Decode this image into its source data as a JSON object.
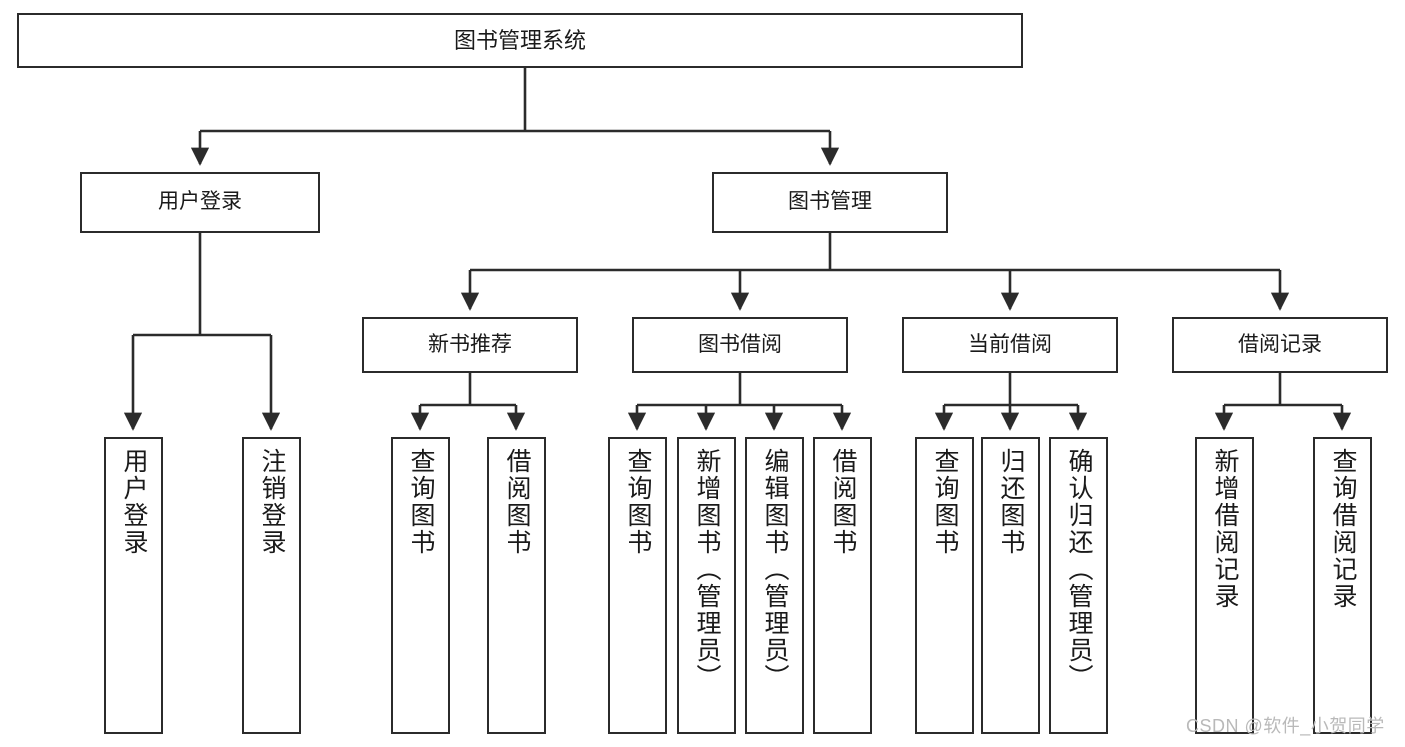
{
  "diagram": {
    "title": "图书管理系统",
    "type": "tree",
    "watermark": "CSDN @软件_小贺同学",
    "colors": {
      "box_border": "#2b2b2b",
      "box_fill": "#ffffff",
      "edge": "#2b2b2b",
      "text": "#1a1a1a",
      "watermark": "#b9b9b9"
    },
    "levels": {
      "root": {
        "label": "图书管理系统"
      },
      "level2": [
        {
          "label": "用户登录"
        },
        {
          "label": "图书管理"
        }
      ],
      "level3": [
        {
          "label": "新书推荐"
        },
        {
          "label": "图书借阅"
        },
        {
          "label": "当前借阅"
        },
        {
          "label": "借阅记录"
        }
      ],
      "leaves": {
        "user_login": [
          {
            "label": "用户登录"
          },
          {
            "label": "注销登录"
          }
        ],
        "new_book": [
          {
            "label": "查询图书"
          },
          {
            "label": "借阅图书"
          }
        ],
        "book_borrow": [
          {
            "label": "查询图书"
          },
          {
            "label": "新增图书（管理员）"
          },
          {
            "label": "编辑图书（管理员）"
          },
          {
            "label": "借阅图书"
          }
        ],
        "current_borrow": [
          {
            "label": "查询图书"
          },
          {
            "label": "归还图书"
          },
          {
            "label": "确认归还（管理员）"
          }
        ],
        "borrow_record": [
          {
            "label": "新增借阅记录"
          },
          {
            "label": "查询借阅记录"
          }
        ]
      }
    }
  }
}
